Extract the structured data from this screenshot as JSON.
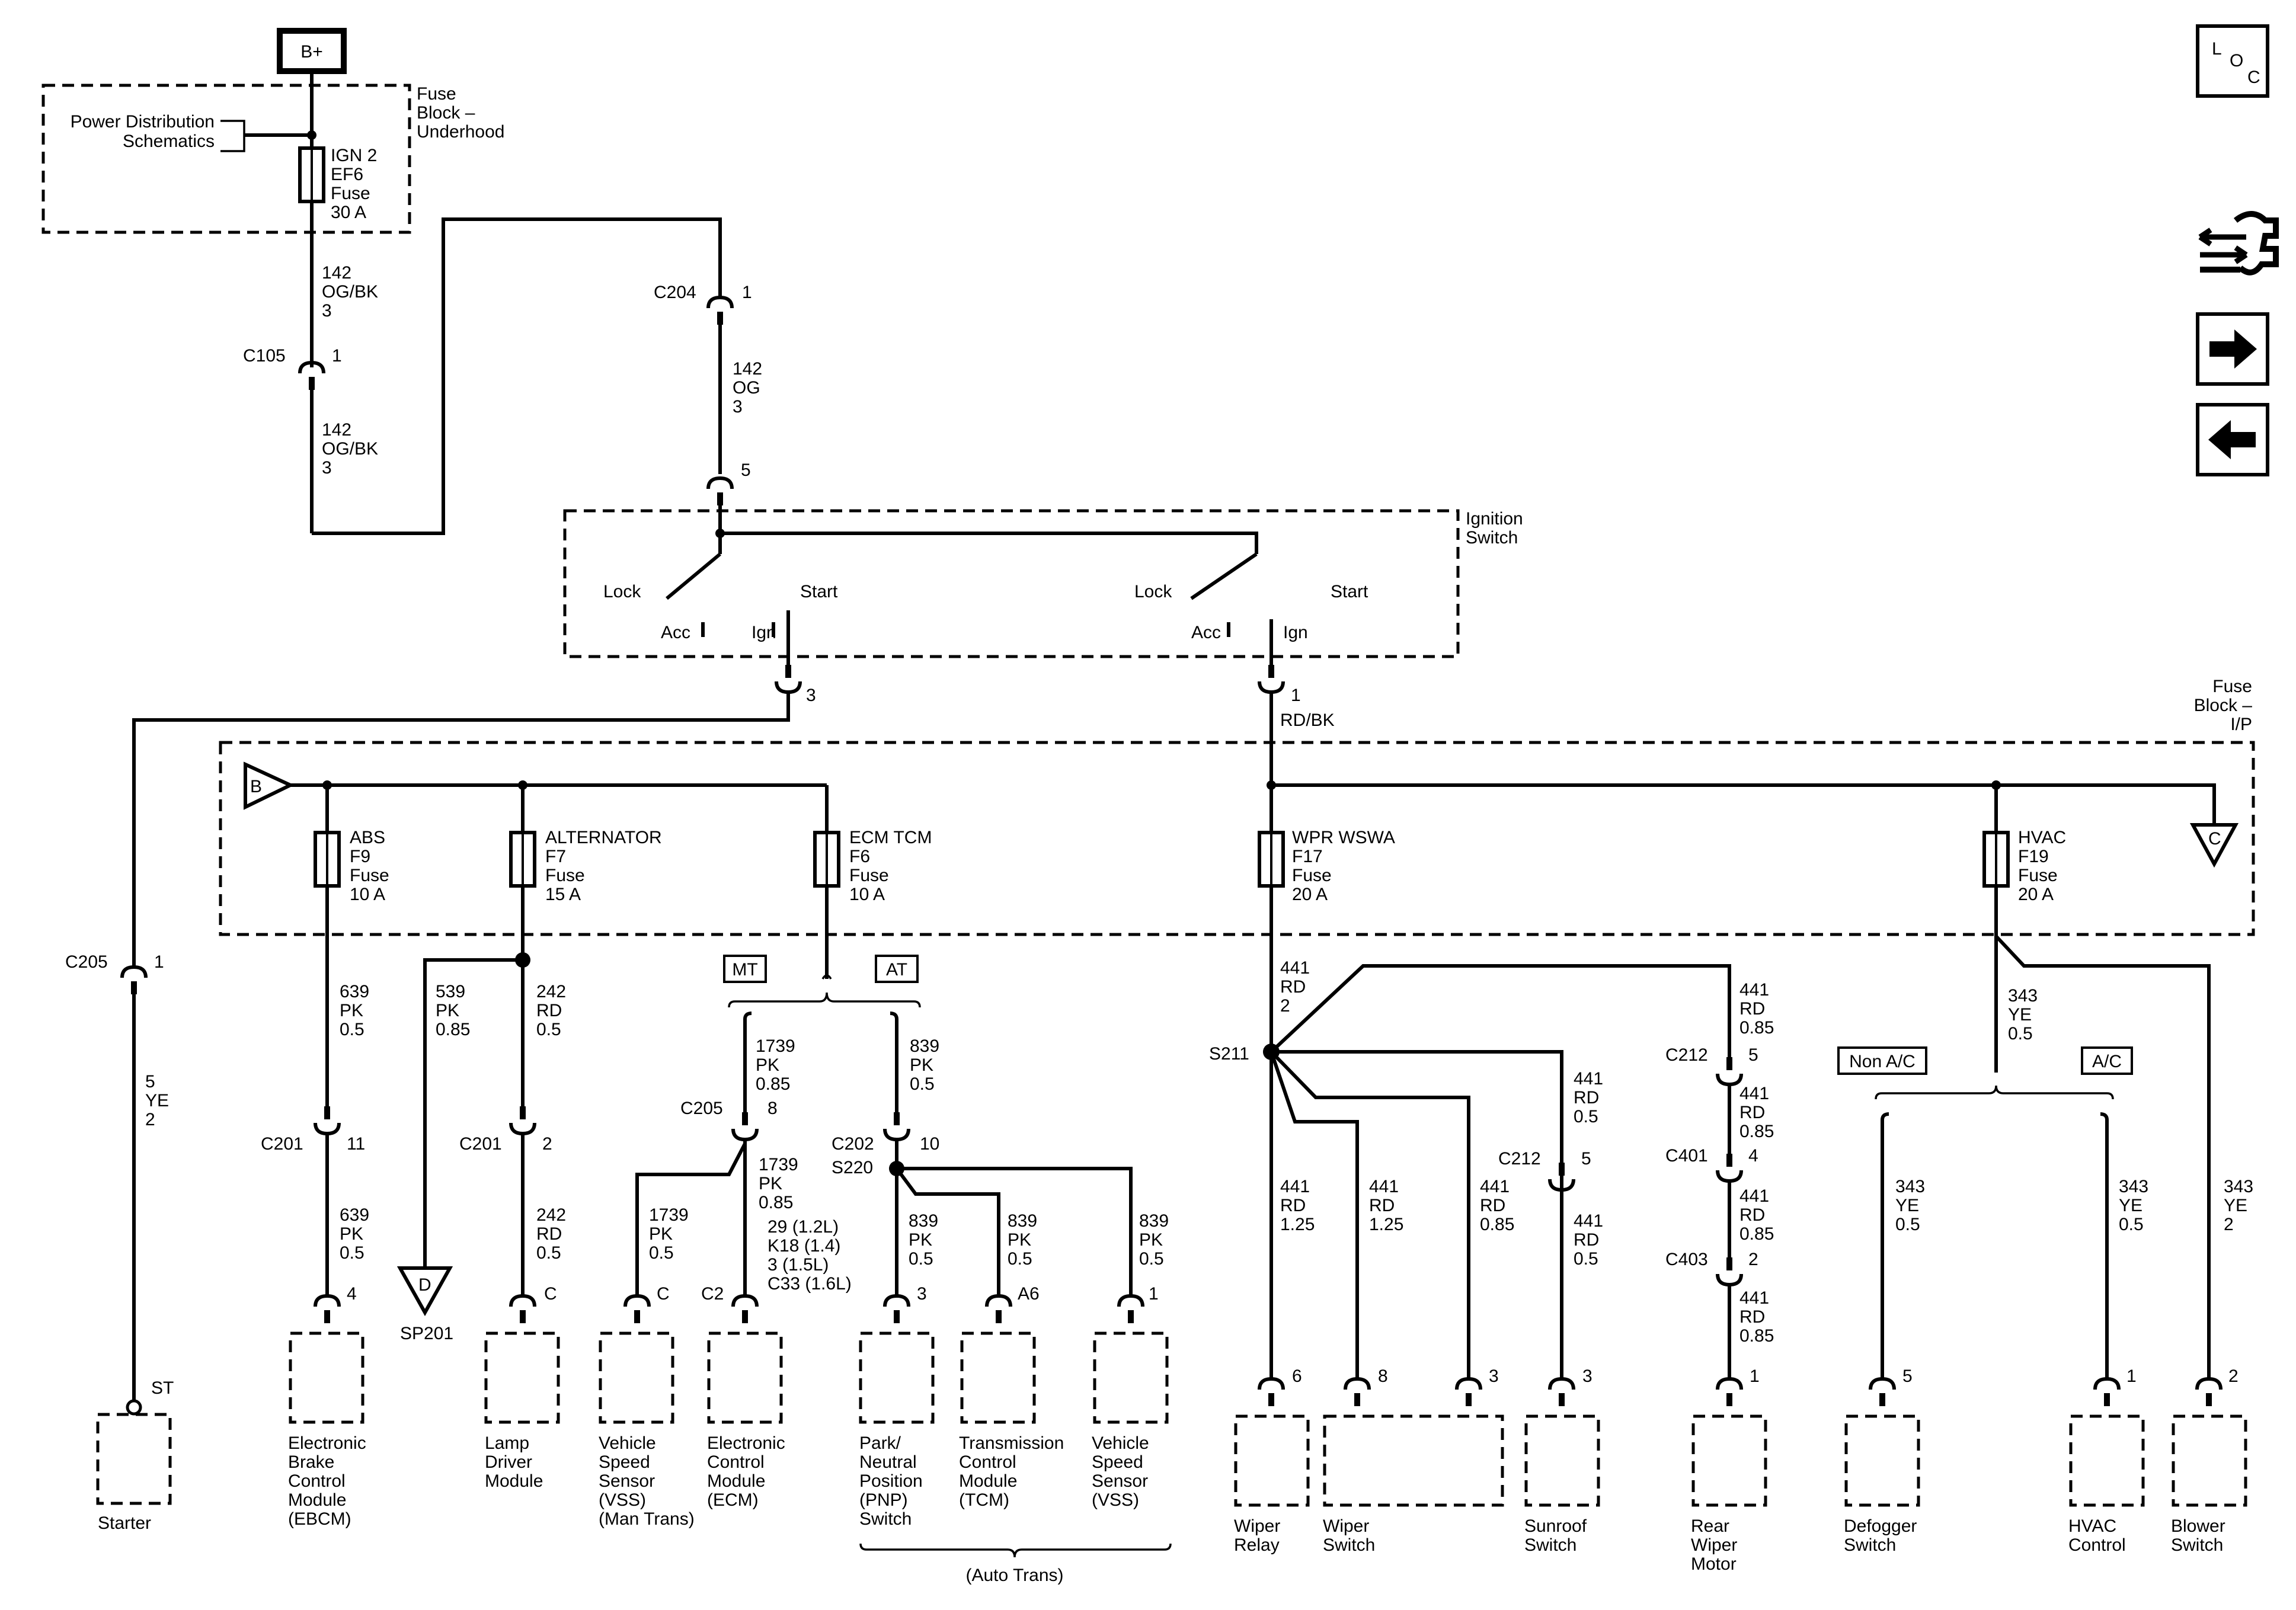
{
  "supply": {
    "label": "B+"
  },
  "fuse_block_underhood": {
    "name_lines": [
      "Fuse",
      "Block –",
      "Underhood"
    ],
    "power_distribution_lines": [
      "Power Distribution",
      "Schematics"
    ],
    "fuse_lines": [
      "IGN 2",
      "EF6",
      "Fuse",
      "30 A"
    ]
  },
  "wires_upper": {
    "w142_a": [
      "142",
      "OG/BK",
      "3"
    ],
    "w142_b": [
      "142",
      "OG/BK",
      "3"
    ],
    "w142_c": [
      "142",
      "OG",
      "3"
    ]
  },
  "connectors": {
    "c105": {
      "name": "C105",
      "pin": "1"
    },
    "c204": {
      "name": "C204",
      "pin": "1"
    },
    "c204_pin5": "5",
    "ign_out_pin3": "3",
    "ign_out_pin1": "1",
    "c205_left": {
      "name": "C205",
      "pin": "1"
    },
    "c201_a": {
      "name": "C201",
      "pin": "11"
    },
    "c201_b": {
      "name": "C201",
      "pin": "2"
    },
    "c205_mid": {
      "name": "C205",
      "pin": "8"
    },
    "c202": {
      "name": "C202",
      "pin": "10"
    },
    "s220": "S220",
    "s211": "S211",
    "c212_a": {
      "name": "C212",
      "pin": "5"
    },
    "c401": {
      "name": "C401",
      "pin": "4"
    },
    "c403": {
      "name": "C403",
      "pin": "2"
    },
    "c212_b": {
      "name": "C212",
      "pin": "5"
    }
  },
  "ignition_switch": {
    "name_lines": [
      "Ignition",
      "Switch"
    ],
    "lock": "Lock",
    "start": "Start",
    "acc": "Acc",
    "ign": "Ign",
    "lock2": "Lock",
    "start2": "Start",
    "acc2": "Acc",
    "ign2": "Ign",
    "rd_bk": "RD/BK"
  },
  "fuse_block_ip": {
    "name_lines": [
      "Fuse",
      "Block –",
      "I/P"
    ],
    "bus_in": "B",
    "bus_out": "C",
    "fuses": [
      {
        "lines": [
          "ABS",
          "F9",
          "Fuse",
          "10 A"
        ]
      },
      {
        "lines": [
          "ALTERNATOR",
          "F7",
          "Fuse",
          "15 A"
        ]
      },
      {
        "lines": [
          "ECM TCM",
          "F6",
          "Fuse",
          "10 A"
        ]
      },
      {
        "lines": [
          "WPR WSWA",
          "F17",
          "Fuse",
          "20 A"
        ]
      },
      {
        "lines": [
          "HVAC",
          "F19",
          "Fuse",
          "20 A"
        ]
      }
    ]
  },
  "option_tags": {
    "mt": "MT",
    "at": "AT",
    "non_ac": "Non A/C",
    "ac": "A/C"
  },
  "wire_labels": {
    "ye5": [
      "5",
      "YE",
      "2"
    ],
    "pk639_a": [
      "639",
      "PK",
      "0.5"
    ],
    "pk639_b": [
      "639",
      "PK",
      "0.5"
    ],
    "pk539": [
      "539",
      "PK",
      "0.85"
    ],
    "rd242_a": [
      "242",
      "RD",
      "0.5"
    ],
    "rd242_b": [
      "242",
      "RD",
      "0.5"
    ],
    "pk1739_a": [
      "1739",
      "PK",
      "0.85"
    ],
    "pk1739_b": [
      "1739",
      "PK",
      "0.85"
    ],
    "pk1739_c": [
      "1739",
      "PK",
      "0.5"
    ],
    "ecm_pins": [
      "29 (1.2L)",
      "K18 (1.4)",
      "3 (1.5L)",
      "C33 (1.6L)"
    ],
    "pk839_top": [
      "839",
      "PK",
      "0.5"
    ],
    "pk839_a": [
      "839",
      "PK",
      "0.5"
    ],
    "pk839_b": [
      "839",
      "PK",
      "0.5"
    ],
    "pk839_c": [
      "839",
      "PK",
      "0.5"
    ],
    "rd441_top": [
      "441",
      "RD",
      "2"
    ],
    "rd441_r1": [
      "441",
      "RD",
      "0.85"
    ],
    "rd441_sun": [
      "441",
      "RD",
      "0.5"
    ],
    "rd441_sun2": [
      "441",
      "RD",
      "0.5"
    ],
    "rd441_r2": [
      "441",
      "RD",
      "0.85"
    ],
    "rd441_r3": [
      "441",
      "RD",
      "0.85"
    ],
    "rd441_r4": [
      "441",
      "RD",
      "0.85"
    ],
    "rd441_relay": [
      "441",
      "RD",
      "1.25"
    ],
    "rd441_wsw1": [
      "441",
      "RD",
      "1.25"
    ],
    "rd441_wsw2": [
      "441",
      "RD",
      "0.85"
    ],
    "ye343_top": [
      "343",
      "YE",
      "0.5"
    ],
    "ye343_def": [
      "343",
      "YE",
      "0.5"
    ],
    "ye343_hvac": [
      "343",
      "YE",
      "0.5"
    ],
    "ye343_blow": [
      "343",
      "YE",
      "2"
    ]
  },
  "component_pins": {
    "ebcm": "4",
    "lamp": "C",
    "vss_mt": "C",
    "ecm": "C2",
    "pnp": "3",
    "tcm": "A6",
    "vss_at": "1",
    "relay": "6",
    "wsw1": "8",
    "wsw2": "3",
    "sunroof": "3",
    "rear": "1",
    "defog": "5",
    "hvac": "1",
    "blower": "2",
    "starter": "ST"
  },
  "splice_ref": {
    "letter": "D",
    "name": "SP201"
  },
  "components": {
    "starter": [
      "Starter"
    ],
    "ebcm": [
      "Electronic",
      "Brake",
      "Control",
      "Module",
      "(EBCM)"
    ],
    "lamp": [
      "Lamp",
      "Driver",
      "Module"
    ],
    "vss_mt": [
      "Vehicle",
      "Speed",
      "Sensor",
      "(VSS)",
      "(Man Trans)"
    ],
    "ecm": [
      "Electronic",
      "Control",
      "Module",
      "(ECM)"
    ],
    "pnp": [
      "Park/",
      "Neutral",
      "Position",
      "(PNP)",
      "Switch"
    ],
    "tcm": [
      "Transmission",
      "Control",
      "Module",
      "(TCM)"
    ],
    "vss_at": [
      "Vehicle",
      "Speed",
      "Sensor",
      "(VSS)"
    ],
    "relay": [
      "Wiper",
      "Relay"
    ],
    "wsw": [
      "Wiper",
      "Switch"
    ],
    "sunroof": [
      "Sunroof",
      "Switch"
    ],
    "rear": [
      "Rear",
      "Wiper",
      "Motor"
    ],
    "defog": [
      "Defogger",
      "Switch"
    ],
    "hvac": [
      "HVAC",
      "Control"
    ],
    "blower": [
      "Blower",
      "Switch"
    ]
  },
  "auto_trans_note": "(Auto Trans)",
  "side_icons": {
    "loc_l": "L",
    "loc_o": "O",
    "loc_c": "C",
    "items": [
      "loc-icon",
      "wiring-tool-icon",
      "arrow-right-icon",
      "arrow-left-icon"
    ]
  }
}
